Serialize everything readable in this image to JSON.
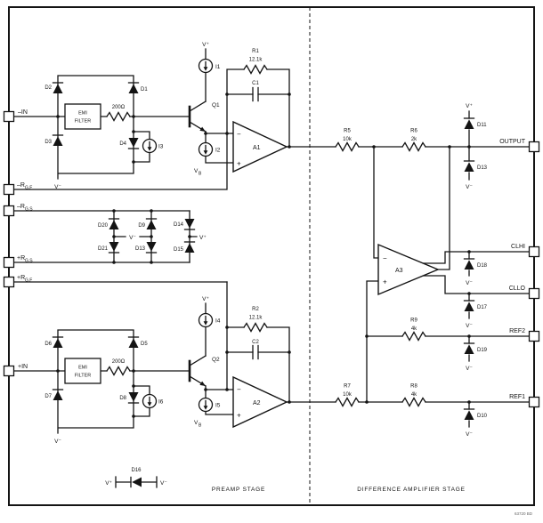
{
  "labels": {
    "stage_left": "PREAMP STAGE",
    "stage_right": "DIFFERENCE AMPLIFIER STAGE",
    "watermark": "63720 BD"
  },
  "pins": {
    "neg_in": "–IN",
    "pos_in": "+IN",
    "output": "OUTPUT",
    "clhi": "CLHI",
    "cllo": "CLLO",
    "ref2": "REF2",
    "ref1": "REF1",
    "rg": {
      "neg_f_base": "–R",
      "neg_f_sub": "G,F",
      "neg_s_base": "–R",
      "neg_s_sub": "G,S",
      "pos_s_base": "+R",
      "pos_s_sub": "G,S",
      "pos_f_base": "+R",
      "pos_f_sub": "G,F"
    }
  },
  "rails": {
    "vplus": "V⁺",
    "vminus": "V⁻",
    "vb_base": "V",
    "vb_sub": "B"
  },
  "amps": {
    "a1": "A1",
    "a2": "A2",
    "a3": "A3",
    "inv": "−",
    "noninv": "+"
  },
  "transistors": {
    "q1": "Q1",
    "q2": "Q2"
  },
  "sources": {
    "i1": "I1",
    "i2": "I2",
    "i3": "I3",
    "i4": "I4",
    "i5": "I5",
    "i6": "I6"
  },
  "resistors": {
    "r1_ref": "R1",
    "r1_val": "12.1k",
    "r2_ref": "R2",
    "r2_val": "12.1k",
    "r5_ref": "R5",
    "r5_val": "10k",
    "r6_ref": "R6",
    "r6_val": "2k",
    "r7_ref": "R7",
    "r7_val": "10k",
    "r8_ref": "R8",
    "r8_val": "4k",
    "r9_ref": "R9",
    "r9_val": "4k",
    "rin_top": "200Ω",
    "rin_bot": "200Ω"
  },
  "capacitors": {
    "c1": "C1",
    "c2": "C2"
  },
  "diodes": {
    "d1": "D1",
    "d2": "D2",
    "d3": "D3",
    "d4": "D4",
    "d5": "D5",
    "d6": "D6",
    "d7": "D7",
    "d8": "D8",
    "d9": "D9",
    "d10": "D10",
    "d11": "D11",
    "d13": "D13",
    "d14": "D14",
    "d15": "D15",
    "d16": "D16",
    "d17": "D17",
    "d18": "D18",
    "d19": "D19",
    "d20": "D20",
    "d21": "D21"
  },
  "emi_filter": {
    "line1": "EMI",
    "line2": "FILTER"
  }
}
